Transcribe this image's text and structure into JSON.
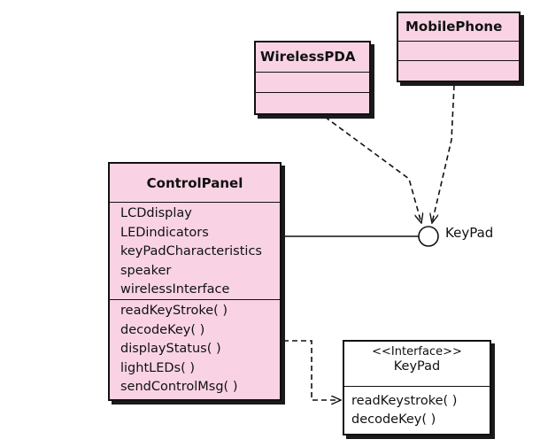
{
  "classes": {
    "wireless_pda": {
      "name": "WirelessPDA"
    },
    "mobile_phone": {
      "name": "MobilePhone"
    },
    "control_panel": {
      "name": "ControlPanel",
      "attributes": [
        "LCDdisplay",
        "LEDindicators",
        "keyPadCharacteristics",
        "speaker",
        "wirelessInterface"
      ],
      "operations": [
        "readKeyStroke( )",
        "decodeKey( )",
        "displayStatus( )",
        "lightLEDs( )",
        "sendControlMsg( )"
      ]
    },
    "keypad_interface": {
      "stereotype": "<<Interface>>",
      "name": "KeyPad",
      "operations": [
        "readKeystroke( )",
        "decodeKey( )"
      ]
    }
  },
  "lollipop": {
    "label": "KeyPad"
  },
  "colors": {
    "class_fill": "#f9d3e4",
    "interface_fill": "#ffffff",
    "line": "#111111"
  }
}
